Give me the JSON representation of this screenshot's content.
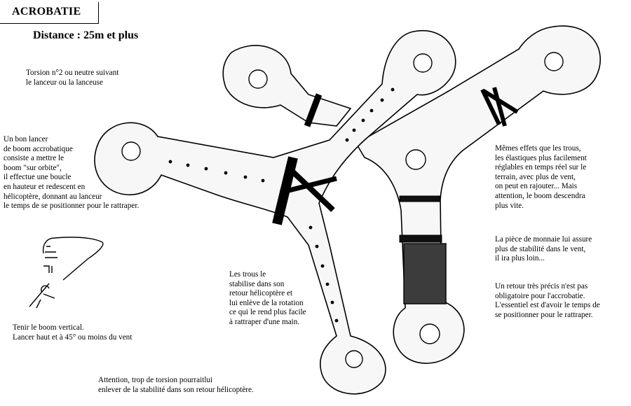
{
  "header": {
    "title": "ACROBATIE",
    "subtitle": "Distance : 25m et plus"
  },
  "notes": {
    "torsion": "Torsion n°2 ou neutre suivant\nle lanceur ou la lanceuse",
    "orbit": "Un bon lancer\nde boom accrobatique\nconsiste a mettre le\nboom \"sur orbite\",\nil effectue une boucle\nen hauteur et redescent en\nhélicoptère, donnant au lanceur\nle temps de se positionner pour le rattraper.",
    "vertical": "Tenir le boom vertical.\nLancer haut et à 45° ou moins du vent",
    "warning": "Attention, trop de torsion pourraitlui\nenlever de la stabilité dans son retour hélicoptère.",
    "holes": "Les trous le\nstabilise dans son\nretour hélicoptère et\nlui enlève de la rotation\nce qui le rend plus facile\nà rattraper d'une main.",
    "elastics": "Mêmes effets que les trous,\nles élastiques plus facilement\nréglables en temps réel sur le\nterrain, avec plus de vent,\non peut en rajouter... Mais\nattention, le boom descendra\nplus vite.",
    "coin": "La pièce de monnaie lui assure\nplus de stabilité dans le vent,\nil ira plus loin...",
    "return": "Un retour très précis n'est pas\nobligatoire pour l'accrobatie.\nL'essentiel est d'avoir le temps de\nse positionner pour le rattraper."
  },
  "colors": {
    "ink": "#000000",
    "paper": "#ffffff",
    "body_fill": "#f7f7f7",
    "coin": "#3c3c3c"
  }
}
